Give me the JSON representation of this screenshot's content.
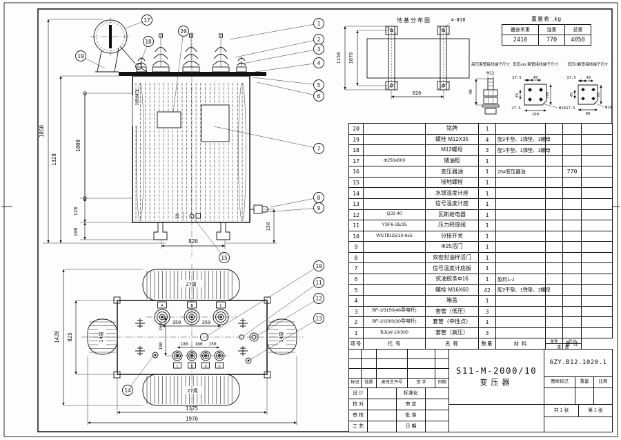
{
  "drawing": {
    "callouts": {
      "c1": "1",
      "c2": "2",
      "c3": "3",
      "c4": "4",
      "c5": "5",
      "c6": "6",
      "c7": "7",
      "c8": "8",
      "c9": "9",
      "c10": "10",
      "c11": "11",
      "c12": "12",
      "c13": "13",
      "c14": "14",
      "c15": "15",
      "c17": "17",
      "c18": "18",
      "c19": "19",
      "c20": "20"
    },
    "front": {
      "warn": "严禁起吊",
      "d1850": "1850",
      "d1328": "1328",
      "d1000": "1000",
      "d128": "128",
      "d100": "100",
      "d820": "820",
      "d50": "50",
      "d150": "150"
    },
    "plan": {
      "d1420": "1420",
      "d825": "825",
      "d260": "260",
      "d190": "190",
      "d350a": "350",
      "d350b": "350",
      "d180a": "180",
      "d180b": "180",
      "d150": "150",
      "d1375": "1375",
      "d1970": "1970",
      "fins_top": "27周",
      "fins_bottom": "27周",
      "fins_left": "14周",
      "fins_right": "14周",
      "hv_labels": [
        "A",
        "B",
        "C"
      ],
      "lv_labels": [
        "c",
        "b",
        "a",
        "o"
      ]
    },
    "foundation": {
      "title": "地基分布图",
      "holes": "4-Φ18",
      "d1150": "1150",
      "d1070": "1070",
      "d820": "820"
    },
    "terminal_hv": {
      "title": "高压套管接线端子尺寸",
      "stud": "M12",
      "d40": "40"
    },
    "terminal_lv_abc": {
      "title": "低压abc套管接线端子尺寸",
      "d27a": "27.5",
      "d45a": "45",
      "d45b": "45",
      "d27b": "27.5",
      "d100a": "100",
      "d100b": "100",
      "hole": "Φ18"
    },
    "terminal_lv_o": {
      "title": "低压O套管接线端子尺寸",
      "d17a": "17.5",
      "d45a": "45",
      "d45b": "45",
      "d17b": "17.5",
      "d80a": "80",
      "d80b": "80",
      "hole": "Φ14"
    }
  },
  "weight_table": {
    "title": "重量表 ,kg",
    "headers": [
      "器身吊重",
      "油重",
      "总重"
    ],
    "values": [
      "2410",
      "770",
      "4050"
    ]
  },
  "parts_table": {
    "headers": {
      "item": "项号",
      "code": "代 号",
      "name": "名 称",
      "qty": "数量",
      "material": "材 料",
      "unit": "单件",
      "total": "总计",
      "weight": "重 量",
      "notes": "备 注"
    },
    "rows": [
      {
        "item": "20",
        "code": "",
        "name": "铭牌",
        "qty": "1",
        "material": "",
        "unit": "",
        "total": "",
        "notes": ""
      },
      {
        "item": "19",
        "code": "",
        "name": "螺栓 M12X35",
        "qty": "4",
        "material": "配2平垫、1弹垫、1螺母",
        "unit": "",
        "total": "",
        "notes": ""
      },
      {
        "item": "18",
        "code": "",
        "name": "M12螺母",
        "qty": "3",
        "material": "配1平垫、1弹垫、1螺母",
        "unit": "",
        "total": "",
        "notes": ""
      },
      {
        "item": "17",
        "code": "Φ250x600",
        "name": "储油柜",
        "qty": "1",
        "material": "",
        "unit": "",
        "total": "",
        "notes": ""
      },
      {
        "item": "16",
        "code": "",
        "name": "变压器油",
        "qty": "1",
        "material": "25#变压器油",
        "unit": "",
        "total": "770",
        "notes": ""
      },
      {
        "item": "15",
        "code": "",
        "name": "接地螺栓",
        "qty": "1",
        "material": "",
        "unit": "",
        "total": "",
        "notes": ""
      },
      {
        "item": "14",
        "code": "",
        "name": "水银温度计座",
        "qty": "1",
        "material": "",
        "unit": "",
        "total": "",
        "notes": ""
      },
      {
        "item": "13",
        "code": "",
        "name": "信号温度计座",
        "qty": "1",
        "material": "",
        "unit": "",
        "total": "",
        "notes": ""
      },
      {
        "item": "12",
        "code": "QJ2-40",
        "name": "瓦斯继电器",
        "qty": "1",
        "material": "",
        "unit": "",
        "total": "",
        "notes": ""
      },
      {
        "item": "11",
        "code": "YSF6-35/25",
        "name": "压力释放阀",
        "qty": "1",
        "material": "",
        "unit": "",
        "total": "",
        "notes": ""
      },
      {
        "item": "10",
        "code": "WSTⅡ125/10-6x5",
        "name": "分接开关",
        "qty": "1",
        "material": "",
        "unit": "",
        "total": "",
        "notes": ""
      },
      {
        "item": "9",
        "code": "",
        "name": "Φ25活门",
        "qty": "1",
        "material": "",
        "unit": "",
        "total": "",
        "notes": ""
      },
      {
        "item": "8",
        "code": "",
        "name": "双密封油样活门",
        "qty": "1",
        "material": "",
        "unit": "",
        "total": "",
        "notes": ""
      },
      {
        "item": "7",
        "code": "",
        "name": "信号温度计底板",
        "qty": "1",
        "material": "",
        "unit": "",
        "total": "",
        "notes": ""
      },
      {
        "item": "6",
        "code": "",
        "name": "抗油胶条Φ16",
        "qty": "1",
        "material": "胶料1-J",
        "unit": "",
        "total": "",
        "notes": ""
      },
      {
        "item": "5",
        "code": "",
        "name": "螺栓 M16X60",
        "qty": "42",
        "material": "配2平垫、1弹垫、1螺母",
        "unit": "",
        "total": "",
        "notes": ""
      },
      {
        "item": "4",
        "code": "",
        "name": "箱盖",
        "qty": "1",
        "material": "",
        "unit": "",
        "total": "",
        "notes": ""
      },
      {
        "item": "3",
        "code": "BF-1/3150(48导电杆)",
        "name": "套管（低压）",
        "qty": "3",
        "material": "",
        "unit": "",
        "total": "",
        "notes": ""
      },
      {
        "item": "2",
        "code": "BF-1/1000(30导电杆)",
        "name": "套管（中性点）",
        "qty": "1",
        "material": "",
        "unit": "",
        "total": "",
        "notes": ""
      },
      {
        "item": "1",
        "code": "BJLW-10/300",
        "name": "套管（高压）",
        "qty": "3",
        "material": "",
        "unit": "",
        "total": "",
        "notes": ""
      }
    ]
  },
  "title_block": {
    "model": "S11-M-2000/10",
    "product": "变压器",
    "drawing_no": "6ZY.B12.1020.1",
    "rev_headers": [
      "标记",
      "处数",
      "更改文件号",
      "签 字",
      "日期"
    ],
    "sign_labels": [
      [
        "设 计",
        "标准化"
      ],
      [
        "校 对",
        "审 定"
      ],
      [
        "审 核",
        "批 准"
      ],
      [
        "工 艺",
        "日 期"
      ]
    ],
    "stamp_headers": [
      "图样标记",
      "重量",
      "比例"
    ],
    "sheet_total": "共 1 张",
    "sheet_no": "第 1 张"
  }
}
